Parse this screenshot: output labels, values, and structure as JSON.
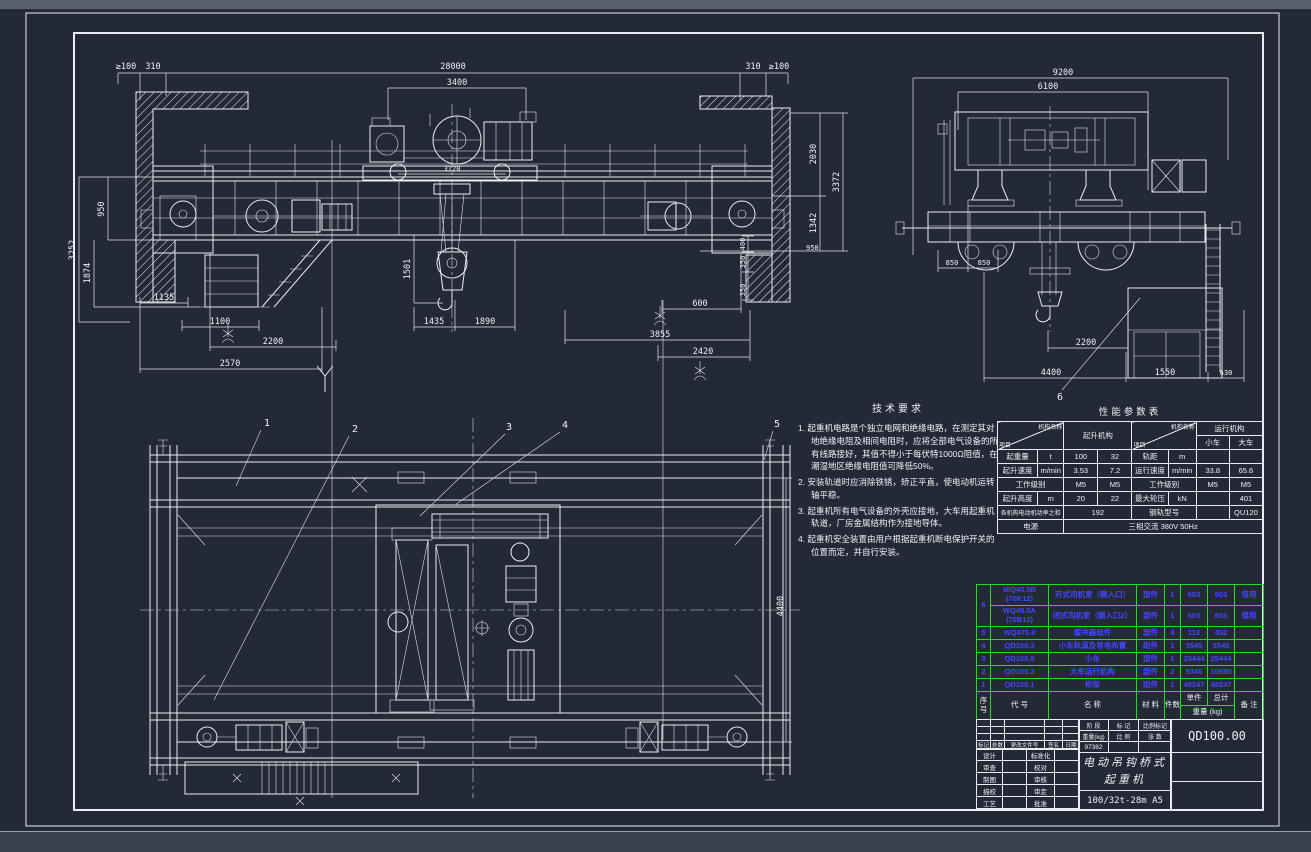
{
  "views": {
    "front": {
      "dims": {
        "clear_left": "≥100",
        "side_left": "310",
        "span": "28000",
        "trolley_gauge": "3400",
        "trolley_base": "3120",
        "side_right": "310",
        "clear_right": "≥100",
        "girder_h": "950",
        "left_h2": "1874",
        "left_h3": "3252",
        "b1": "1135",
        "b2": "1100",
        "b3": "2200",
        "b4": "2570",
        "hook_v": "1501",
        "hook_w1": "1435",
        "hook_w2": "1890",
        "r_v1": "2030",
        "r_v2": "1342",
        "r_v3": "3372",
        "r_rail": "950",
        "s400": "400",
        "s350a": "350",
        "s350b": "350",
        "s600": "600",
        "s3855": "3855",
        "s2420": "2420"
      }
    },
    "side": {
      "dims": {
        "overall": "9200",
        "upper": "6100",
        "g850a": "850",
        "g850b": "850",
        "c2200": "2200",
        "c4400": "4400",
        "c1550": "1550",
        "c630": "630"
      },
      "balloon": "6"
    },
    "plan": {
      "balloons": [
        "1",
        "2",
        "3",
        "4",
        "5"
      ],
      "width": "4400"
    }
  },
  "notes": {
    "title": "技术要求",
    "items": [
      "1. 起重机电路是个独立电网和绝缘电路，在测定其对地绝缘电阻及相间电阻时，应将全部电气设备的所有线路接好，其值不得小于每伏特1000Ω阻值，在潮湿地区绝缘电阻值可降低50%。",
      "2. 安装轨道时应消除铁锈，矫正平直，使电动机运转轴平稳。",
      "3. 起重机所有电气设备的外壳应接地，大车用起重机轨道，厂房金属结构作为接地导体。",
      "4. 起重机安全装置由用户根据起重机断电保护开关的位置而定，并自行安装。"
    ]
  },
  "param_table": {
    "title": "性能参数表",
    "corner_name": "机构名称",
    "corner_item": "项目",
    "hoist_header": "起升机构",
    "travel_header": "运行机构",
    "col_small": "小车",
    "col_big": "大车",
    "rows_left": [
      {
        "label": "起重量",
        "unit": "t",
        "v1": "100",
        "v2": "32"
      },
      {
        "label": "起升速度",
        "unit": "m/min",
        "v1": "3.53",
        "v2": "7.2"
      },
      {
        "label": "工作级别",
        "unit": "",
        "v1": "M5",
        "v2": "M5"
      },
      {
        "label": "起升高度",
        "unit": "m",
        "v1": "20",
        "v2": "22"
      }
    ],
    "rows_right": [
      {
        "label": "轨距",
        "unit": "m",
        "v1": "",
        "v2": ""
      },
      {
        "label": "运行速度",
        "unit": "m/min",
        "v1": "33.8",
        "v2": "65.6"
      },
      {
        "label": "工作级别",
        "unit": "",
        "v1": "M5",
        "v2": "M5"
      },
      {
        "label": "最大轮压",
        "unit": "kN",
        "v1": "",
        "v2": "401"
      }
    ],
    "power_label": "各机构电动机功率之和",
    "power_value": "192",
    "rail_label": "钢轨型号",
    "rail_value": "QU120",
    "source_label": "电源",
    "source_value": "三相交流    380V 50Hz"
  },
  "bom": {
    "line_color": "#1ee01e",
    "text_color": "#4646ff",
    "headers": {
      "no": "序号",
      "code": "代  号",
      "name": "名  称",
      "material": "材 料",
      "qty": "件数",
      "unit": "单件",
      "total": "总计",
      "weight": "重量 (kg)",
      "remark": "备 注"
    },
    "rows": [
      {
        "no": "6",
        "code": "WQ45.5B\n(70K12)",
        "name": "开式司机室（侧入口）",
        "material": "部件",
        "qty": "1",
        "unit": "603",
        "total": "603",
        "remark": "借用"
      },
      {
        "no": "",
        "code": "WQ45.5A\n(70B12)",
        "name": "闭式司机室（侧入口2）",
        "material": "部件",
        "qty": "1",
        "unit": "603",
        "total": "603",
        "remark": "借用"
      },
      {
        "no": "5",
        "code": "WQ475.4",
        "name": "缓冲器组件",
        "material": "部件",
        "qty": "4",
        "unit": "113",
        "total": "452",
        "remark": ""
      },
      {
        "no": "4",
        "code": "QD100.3",
        "name": "小车轨道及导电布置",
        "material": "组件",
        "qty": "1",
        "unit": "3545",
        "total": "3545",
        "remark": ""
      },
      {
        "no": "3",
        "code": "QD100.5",
        "name": "小车",
        "material": "部件",
        "qty": "1",
        "unit": "25444",
        "total": "25444",
        "remark": ""
      },
      {
        "no": "2",
        "code": "QD100.2",
        "name": "大车运行机构",
        "material": "部件",
        "qty": "2",
        "unit": "5345",
        "total": "10690",
        "remark": ""
      },
      {
        "no": "1",
        "code": "QD100.1",
        "name": "桥架",
        "material": "组件",
        "qty": "1",
        "unit": "48247",
        "total": "48247",
        "remark": ""
      }
    ]
  },
  "title_block": {
    "rev_headers": [
      "标记",
      "处数",
      "更改文件号",
      "签名",
      "日期"
    ],
    "sign_left": [
      "设计",
      "审查",
      "制图",
      "描校",
      "工艺"
    ],
    "sign_right": [
      "标准化",
      "校对",
      "审核",
      "审定",
      "批准"
    ],
    "stage_label": "阶 段",
    "mark_label": "标 记",
    "scale_mark_label": "比例标记",
    "weight_label": "重量(kg)",
    "scale_label": "比 例",
    "sheet_label": "张 数",
    "weight_value": "97382",
    "product_name": "电动吊钩桥式\n起重机",
    "spec": "100/32t-28m  A5",
    "drawing_no": "QD100.00"
  }
}
